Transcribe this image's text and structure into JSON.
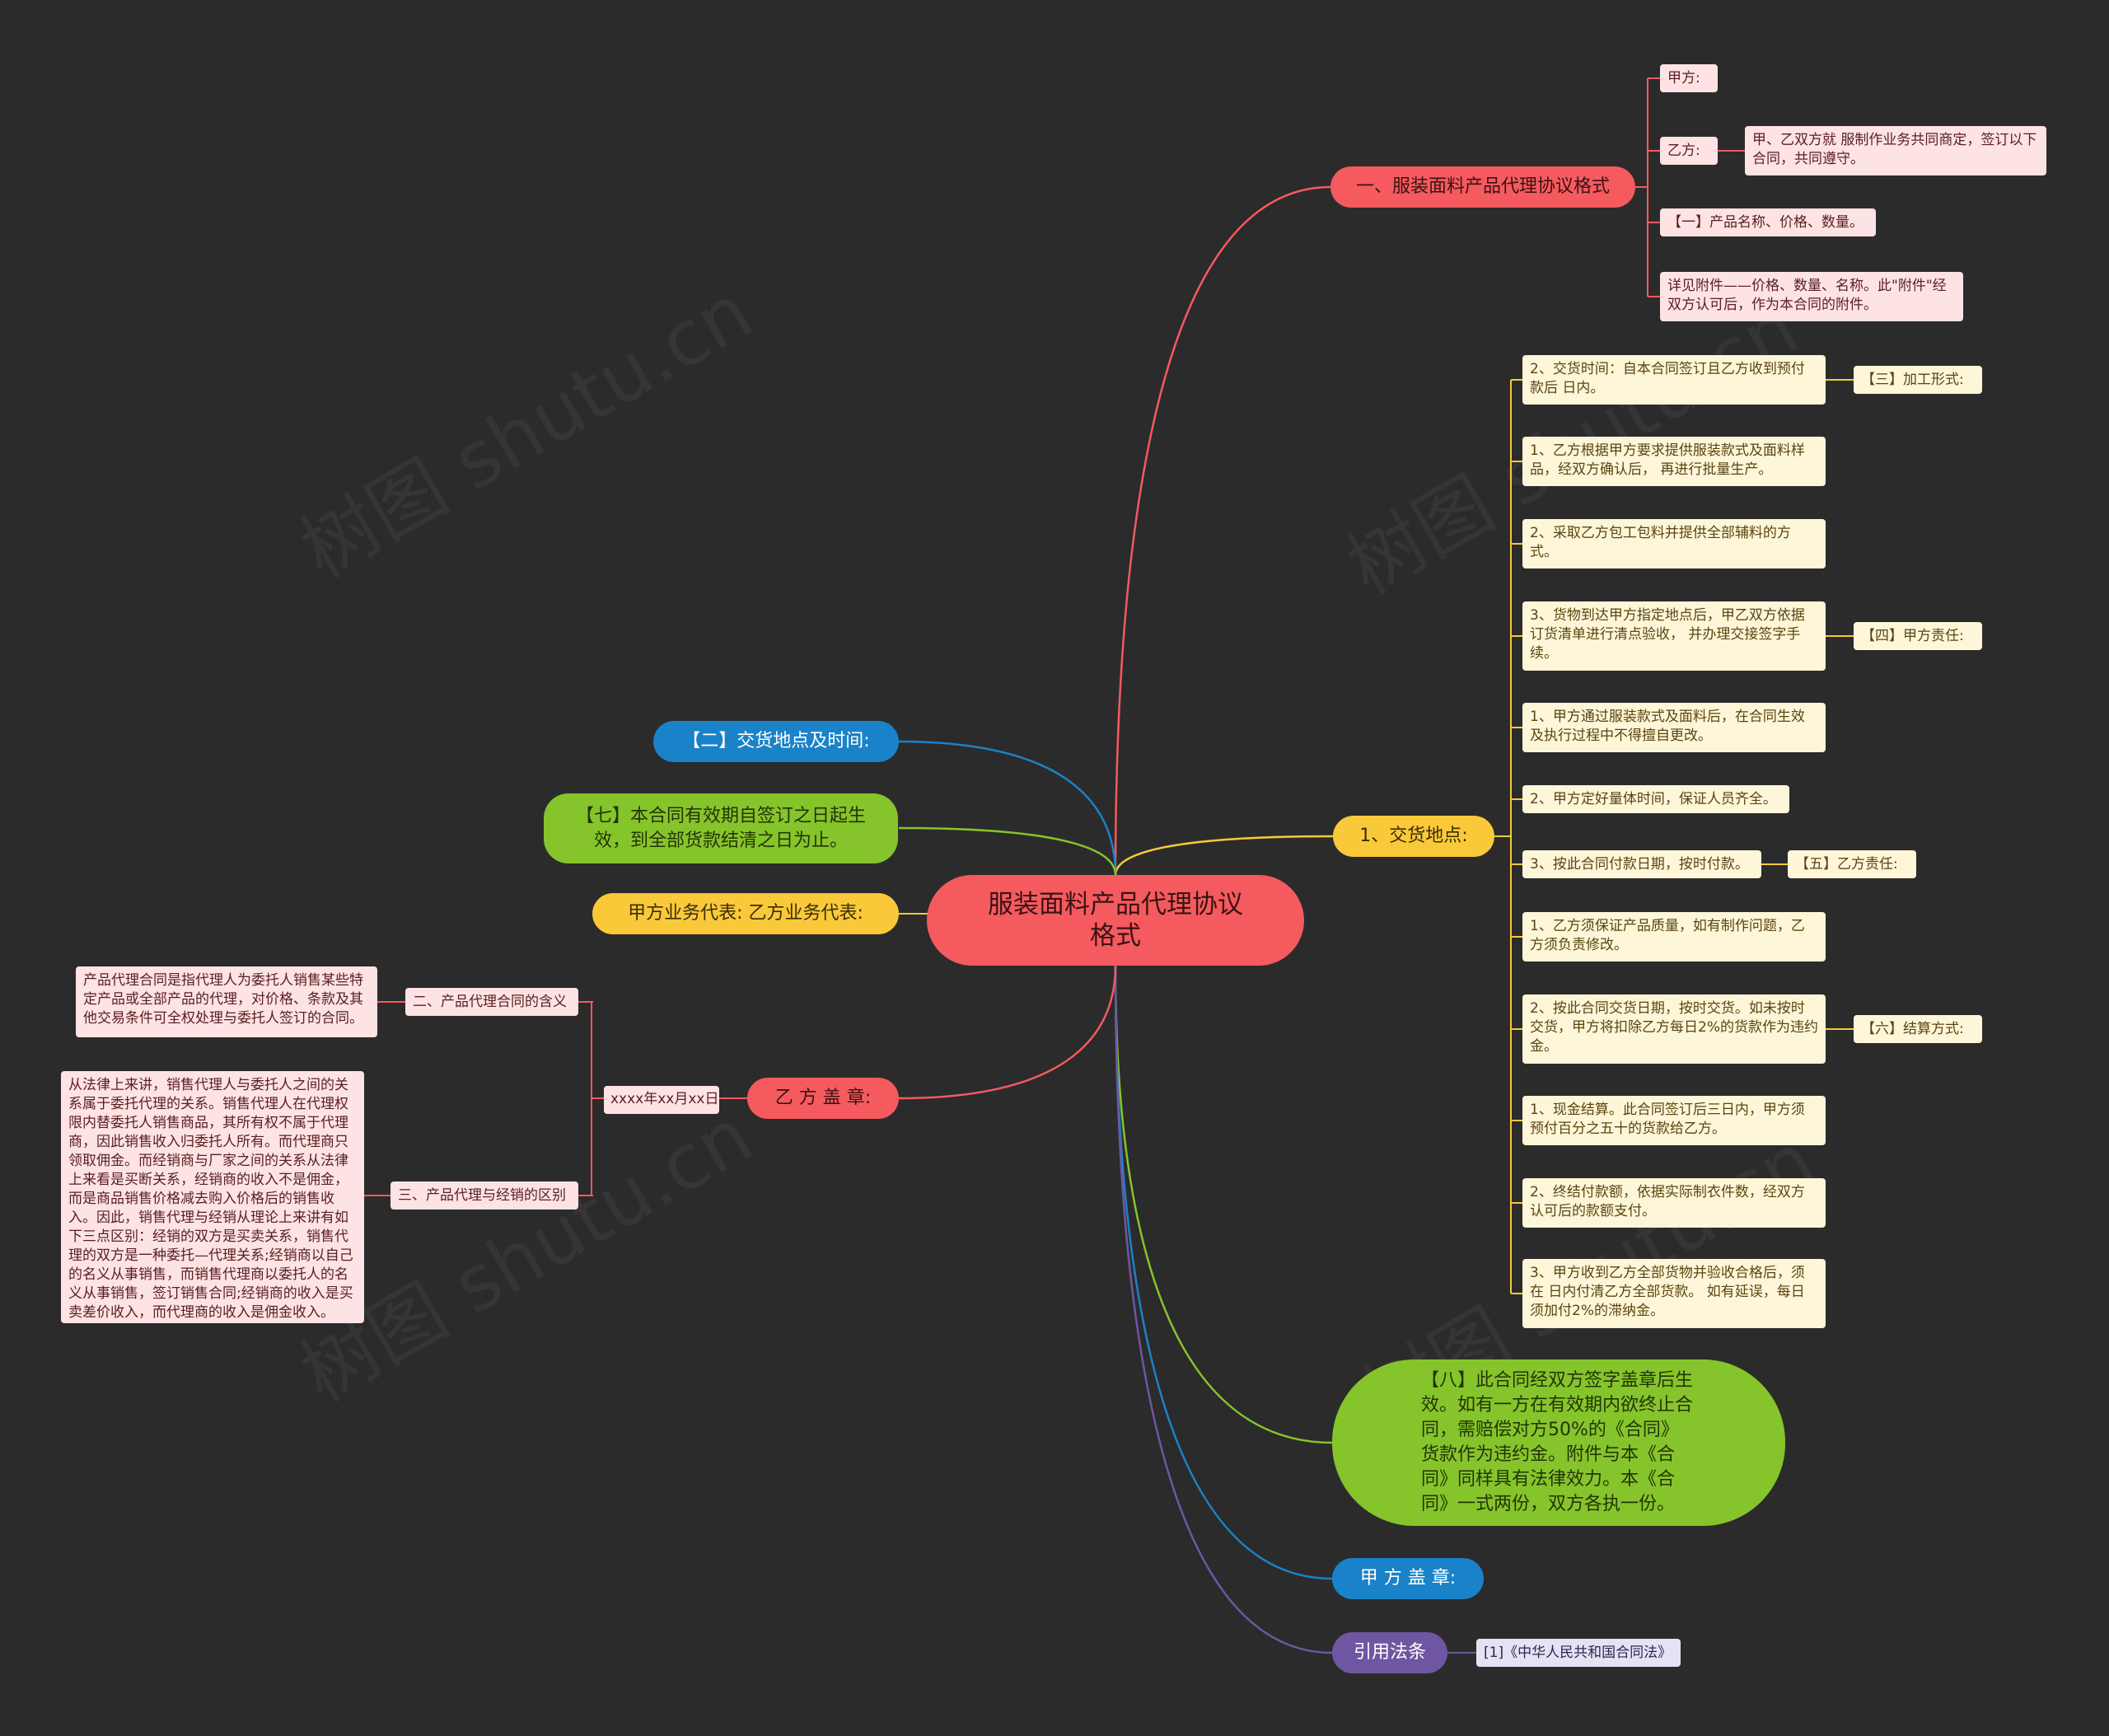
{
  "center": {
    "title": "服装面料产品代理协议格式"
  },
  "left": {
    "delivery_place_time": "【二】交货地点及时间:",
    "validity": "【七】本合同有效期自签订之日起生效，到全部货款结清之日为止。",
    "reps": "甲方业务代表:    乙方业务代表:",
    "party_b_seal": "乙 方 盖 章:",
    "date": "xxxx年xx月xx日",
    "meaning": {
      "label": "二、产品代理合同的含义",
      "text": "产品代理合同是指代理人为委托人销售某些特定产品或全部产品的代理，对价格、条款及其他交易条件可全权处理与委托人签订的合同。"
    },
    "difference": {
      "label": "三、产品代理与经销的区别",
      "text": "从法律上来讲，销售代理人与委托人之间的关系属于委托代理的关系。销售代理人在代理权限内替委托人销售商品，其所有权不属于代理商，因此销售收入归委托人所有。而代理商只领取佣金。而经销商与厂家之间的关系从法律上来看是买断关系，经销商的收入不是佣金，而是商品销售价格减去购入价格后的销售收入。因此，销售代理与经销从理论上来讲有如下三点区别：经销的双方是买卖关系，销售代理的双方是一种委托—代理关系;经销商以自己的名义从事销售，而销售代理商以委托人的名义从事销售，签订销售合同;经销商的收入是买卖差价收入，而代理商的收入是佣金收入。"
    }
  },
  "right": {
    "format": {
      "label": "一、服装面料产品代理协议格式",
      "party_a": "甲方:",
      "party_b": "乙方:",
      "party_b_text": "甲、乙双方就 服制作业务共同商定，签订以下合同，共同遵守。",
      "product": "【一】产品名称、价格、数量。",
      "attachment": "详见附件——价格、数量、名称。此\"附件\"经双方认可后，作为本合同的附件。"
    },
    "delivery": {
      "label": "1、交货地点:",
      "items": [
        "2、交货时间：自本合同签订且乙方收到预付款后 日内。",
        "1、乙方根据甲方要求提供服装款式及面料样品，经双方确认后，  再进行批量生产。",
        "2、采取乙方包工包料并提供全部辅料的方式。",
        "3、货物到达甲方指定地点后，甲乙双方依据订货清单进行清点验收，  并办理交接签字手续。",
        "1、甲方通过服装款式及面料后，在合同生效及执行过程中不得擅自更改。",
        "2、甲方定好量体时间，保证人员齐全。",
        "3、按此合同付款日期，按时付款。",
        "1、乙方须保证产品质量，如有制作问题，乙方须负责修改。",
        "2、按此合同交货日期，按时交货。如未按时交货，甲方将扣除乙方每日2%的货款作为违约金。",
        "1、现金结算。此合同签订后三日内，甲方须预付百分之五十的货款给乙方。",
        "2、终结付款额，依据实际制衣件数，经双方认可后的款额支付。",
        "3、甲方收到乙方全部货物并验收合格后，须在 日内付清乙方全部货款。 如有延误，每日须加付2%的滞纳金。"
      ],
      "tags": [
        "【三】加工形式:",
        "【四】甲方责任:",
        "【五】乙方责任:",
        "【六】结算方式:"
      ]
    },
    "clause8": "【八】此合同经双方签字盖章后生效。如有一方在有效期内欲终止合同，需赔偿对方50%的《合同》货款作为违约金。附件与本《合同》同样具有法律效力。本《合同》一式两份，双方各执一份。",
    "party_a_seal": "甲 方 盖 章:",
    "law": {
      "label": "引用法条",
      "ref": "[1]《中华人民共和国合同法》"
    }
  },
  "watermark": "树图 shutu.cn",
  "colors": {
    "background": "#2b2b2b",
    "red": "#f45a5e",
    "yellow": "#f9c93a",
    "blue": "#1a82c8",
    "green": "#86c42b",
    "purple": "#6f56a3"
  }
}
